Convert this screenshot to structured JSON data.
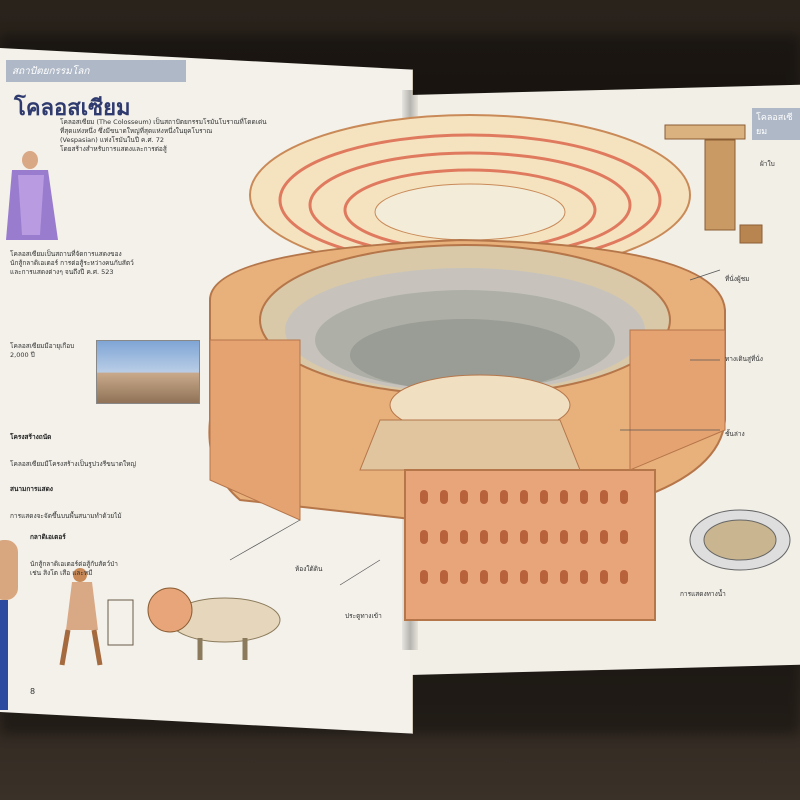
{
  "left_page": {
    "section_label": "สถาปัตยกรรมโลก",
    "title": "โคลอสเซียม",
    "intro": "โคลอสเซียม (The Colosseum) เป็นสถาปัตยกรรมโรมันโบราณที่โดดเด่น\nที่สุดแห่งหนึ่ง ซึ่งมีขนาดใหญ่ที่สุดแห่งหนึ่งในยุคโบราณ\n(Vespasian) แห่งโรมันในปี ค.ศ. 72\nโดยสร้างสำหรับการแสดงและการต่อสู้",
    "body": "โคลอสเซียมเป็นสถานที่จัดการแสดงของ\nนักสู้กลาดิเอเตอร์ การต่อสู้ระหว่างคนกับสัตว์\nและการแสดงต่างๆ จนถึงปี ค.ศ. 523",
    "photo_caption": "โคลอสเซียมมีอายุเกือบ\n2,000 ปี",
    "structure_title": "โครงสร้างถนัด",
    "structure_text": "โคลอสเซียมมีโครงสร้างเป็นรูปวงรีขนาดใหญ่",
    "arena_title": "สนามการแสดง",
    "arena_text": "การแสดงจะจัดขึ้นบนพื้นสนามทำด้วยไม้",
    "gladiator_title": "กลาดิเอเตอร์",
    "gladiator_text": "นักสู้กลาดิเอเตอร์ต่อสู้กับสัตว์ป่า\nเช่น สิงโต เสือ และหมี",
    "page_number": "8"
  },
  "right_page": {
    "section_label": "โคลอสเซียม",
    "label_awning": "ผ้าใบ",
    "label_seating": "ที่นั่งผู้ชม",
    "label_stairs": "ทางเดินสู่ที่นั่ง",
    "label_floor": "ชั้นล่าง",
    "label_show": "การแสดงทางน้ำ",
    "label_underground": "ห้องใต้ดิน",
    "label_entrance": "ประตูทางเข้า"
  },
  "colors": {
    "stone": "#e8b07a",
    "stone_dark": "#c98a58",
    "awning": "#f3d9a6",
    "stripe": "#e07a5f",
    "title": "#2f3a6e"
  }
}
